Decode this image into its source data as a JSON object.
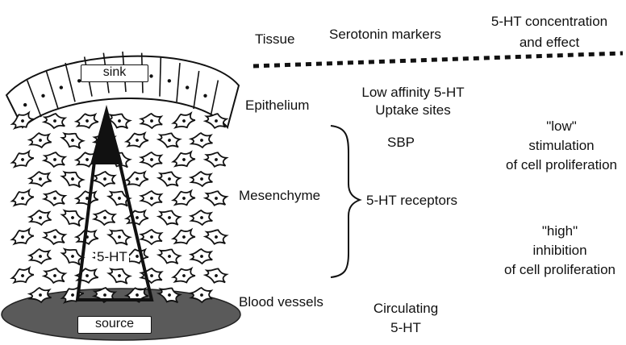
{
  "headers": {
    "tissue": "Tissue",
    "markers": "Serotonin markers",
    "concentration_line1": "5-HT concentration",
    "concentration_line2": "and effect"
  },
  "illustration": {
    "sink_label": "sink",
    "source_label": "source",
    "gradient_label": "5-HT"
  },
  "tissues": {
    "epithelium": "Epithelium",
    "mesenchyme": "Mesenchyme",
    "blood_vessels": "Blood vessels"
  },
  "markers": {
    "uptake_line1": "Low affinity 5-HT",
    "uptake_line2": "Uptake sites",
    "sbp": "SBP",
    "receptors": "5-HT receptors",
    "circulating_line1": "Circulating",
    "circulating_line2": "5-HT"
  },
  "effects": {
    "low_line1": "\"low\"",
    "low_line2": "stimulation",
    "low_line3": "of cell proliferation",
    "high_line1": "\"high\"",
    "high_line2": "inhibition",
    "high_line3": "of cell proliferation"
  },
  "colors": {
    "ink": "#111111",
    "source_fill": "#5a5a5a"
  }
}
